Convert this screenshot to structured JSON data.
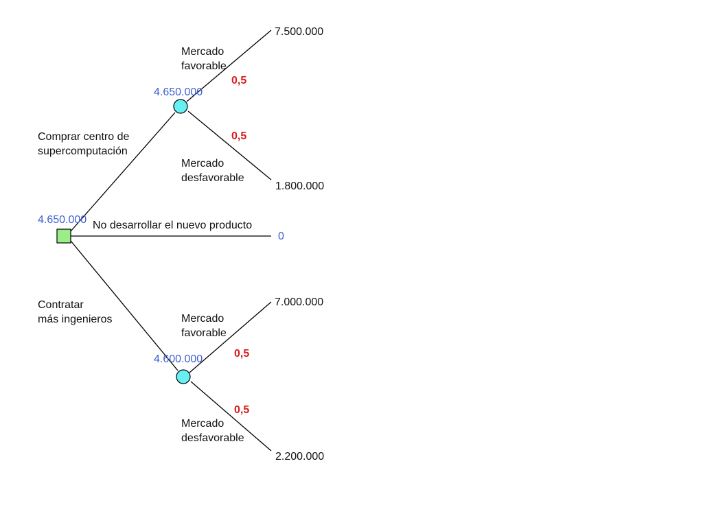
{
  "decision_tree": {
    "decision_node": {
      "value": "4.650.000",
      "color": "#99ee88"
    },
    "chance_node_color": "#66f0f4",
    "branches": {
      "buy": {
        "label_line1": "Comprar centro de",
        "label_line2": "supercomputación",
        "ev": "4.650.000",
        "favorable": {
          "label_line1": "Mercado",
          "label_line2": "favorable",
          "prob": "0,5",
          "payoff": "7.500.000"
        },
        "unfavorable": {
          "label_line1": "Mercado",
          "label_line2": "desfavorable",
          "prob": "0,5",
          "payoff": "1.800.000"
        }
      },
      "none": {
        "label": "No desarrollar el nuevo producto",
        "payoff": "0"
      },
      "hire": {
        "label_line1": "Contratar",
        "label_line2": "más ingenieros",
        "ev": "4.600.000",
        "favorable": {
          "label_line1": "Mercado",
          "label_line2": "favorable",
          "prob": "0,5",
          "payoff": "7.000.000"
        },
        "unfavorable": {
          "label_line1": "Mercado",
          "label_line2": "desfavorable",
          "prob": "0,5",
          "payoff": "2.200.000"
        }
      }
    }
  }
}
